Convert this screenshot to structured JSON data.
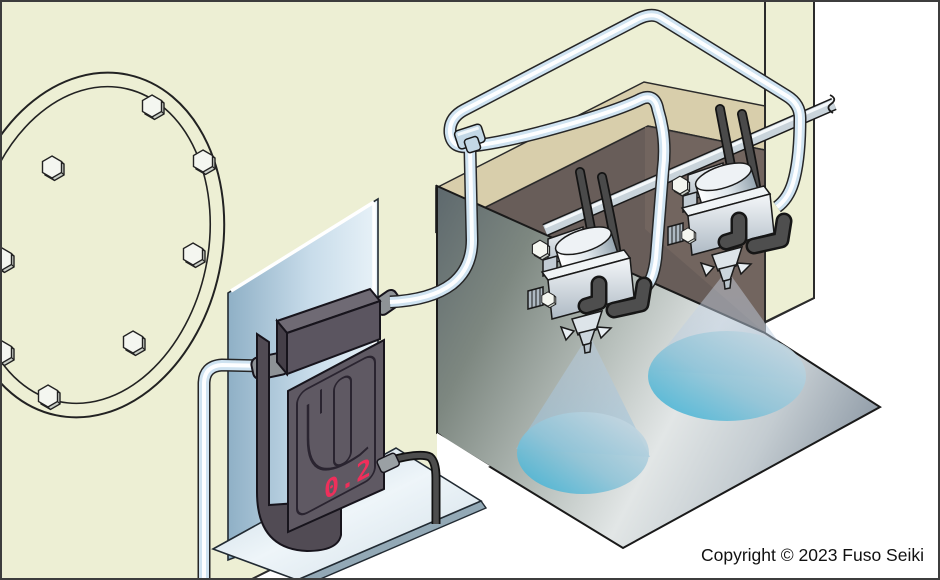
{
  "title": "Automatic spray gun coating system illustration",
  "footer": {
    "copyright": "Copyright © 2023 Fuso Seiki"
  },
  "unit": {
    "name": "spray-controller",
    "display_value": "0.2",
    "display_color": "#ee2f5b",
    "body_color": "#5f5963"
  },
  "scene": {
    "parts": [
      "machine-wall",
      "flange-cover",
      "flange-bolts",
      "opening-soffit",
      "opening-back-wall",
      "target-sheet",
      "spray-cone-left",
      "spray-cone-right",
      "mounting-bracket",
      "controller-unit",
      "power-cable",
      "air-tube-supply",
      "air-tube-loop",
      "tee-fitting",
      "mounting-rail",
      "spray-gun-left",
      "spray-gun-right",
      "fluid-hoses"
    ],
    "colors": {
      "wall": "#EDEFD4",
      "soffit_tan": "#D8CEAB",
      "back_wall_brown": "#685D59",
      "sheet_dark": "#5F6A6E",
      "sheet_light": "#DFE4E4",
      "tube_blue": "#CFE3F1",
      "hose_dark": "#4A4A4A",
      "spray_cyan": "#35B1D5",
      "metal_light": "#E8EDF1",
      "unit_gray": "#5F5963",
      "display_red": "#EE2F5B"
    }
  }
}
